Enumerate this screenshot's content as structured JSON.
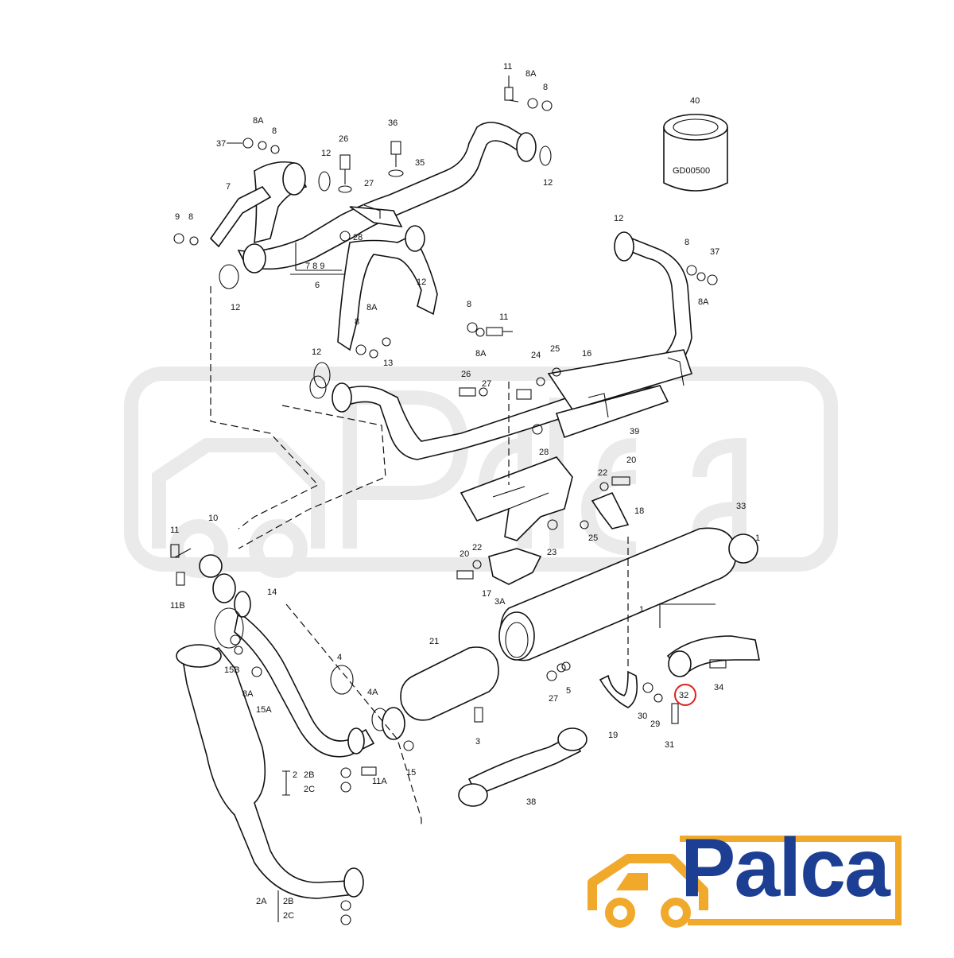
{
  "brand": {
    "name": "Palca",
    "primary_color": "#1c3f94",
    "accent_color": "#f0a92b"
  },
  "part_labels": {
    "l11_top": "11",
    "l8A_top": "8A",
    "l8_top": "8",
    "l40": "40",
    "oil_filter_text": "GD00500",
    "l8A_left": "8A",
    "l8_left": "8",
    "l37_left": "37",
    "l26_top": "26",
    "l36": "36",
    "l35": "35",
    "l27_top": "27",
    "l12_a": "12",
    "l12_b": "12",
    "l7": "7",
    "l9": "9",
    "l8_c": "8",
    "l28_top": "28",
    "l789": "7 8 9",
    "l6": "6",
    "l12_c": "12",
    "l12_d": "12",
    "l8_r": "8",
    "l37_r": "37",
    "l8A_r": "8A",
    "l12_e": "12",
    "l8_e": "8",
    "l8A_e": "8A",
    "l11_e": "11",
    "l8_f": "8",
    "l8A_f": "8A",
    "l13": "13",
    "l12_f": "12",
    "l24": "24",
    "l25_a": "25",
    "l16": "16",
    "l26_b": "26",
    "l27_b": "27",
    "l39": "39",
    "l28_b": "28",
    "l20_a": "20",
    "l22_a": "22",
    "l18": "18",
    "l33": "33",
    "l1_a": "1",
    "l23": "23",
    "l25_b": "25",
    "l20_b": "20",
    "l22_b": "22",
    "l17": "17",
    "l11_l": "11",
    "l10": "10",
    "l11B": "11B",
    "l14": "14",
    "l1_b": "1",
    "l3A": "3A",
    "l21": "21",
    "l15B": "15B",
    "l8A_l": "8A",
    "l15A": "15A",
    "l4": "4",
    "l4A": "4A",
    "l27_c": "27",
    "l5": "5",
    "l19": "19",
    "l30": "30",
    "l29": "29",
    "l32": "32",
    "l34": "34",
    "l31": "31",
    "l3": "3",
    "l15": "15",
    "l2B": "2B",
    "l2C": "2C",
    "l2": "2",
    "l11A": "11A",
    "l38": "38",
    "l2A": "2A",
    "l2B_b": "2B",
    "l2C_b": "2C"
  },
  "highlight_color": "#e0201c"
}
